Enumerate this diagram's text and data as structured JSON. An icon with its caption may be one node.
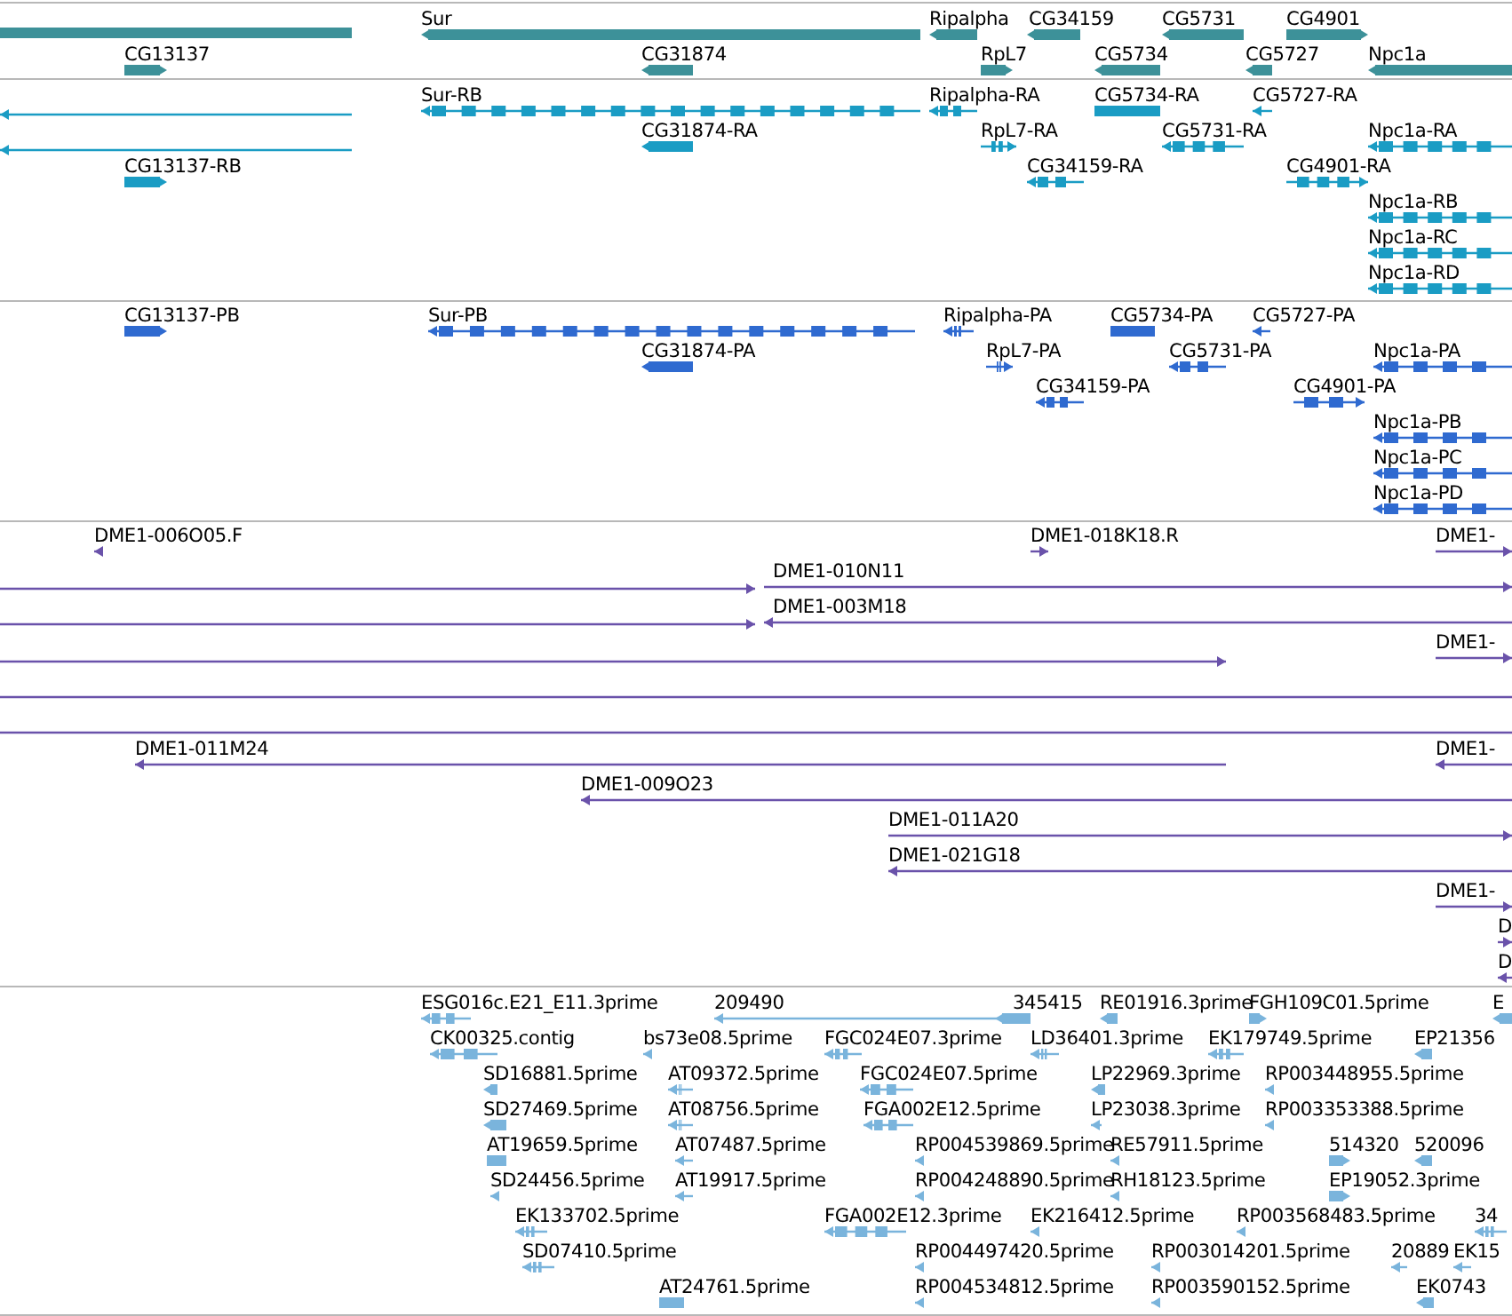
{
  "diagram": {
    "labels": [
      "Sur",
      "Ripalpha",
      "CG34159",
      "CG5731",
      "CG4901",
      "CG13137",
      "CG31874",
      "RpL7",
      "CG5734",
      "CG5727",
      "Npc1a",
      "Sur-RB",
      "Ripalpha-RA",
      "CG5734-RA",
      "CG5727-RA",
      "CG31874-RA",
      "RpL7-RA",
      "CG5731-RA",
      "Npc1a-RA",
      "CG13137-RB",
      "CG34159-RA",
      "CG4901-RA",
      "Npc1a-RB",
      "Npc1a-RC",
      "Npc1a-RD",
      "CG13137-PB",
      "Sur-PB",
      "Ripalpha-PA",
      "CG5734-PA",
      "CG5727-PA",
      "CG31874-PA",
      "RpL7-PA",
      "CG5731-PA",
      "Npc1a-PA",
      "CG34159-PA",
      "CG4901-PA",
      "Npc1a-PB",
      "Npc1a-PC",
      "Npc1a-PD",
      "DME1-006O05.F",
      "DME1-018K18.R",
      "DME1-",
      "DME1-010N11",
      "DME1-003M18",
      "DME1-",
      "DME1-011M24",
      "DME1-",
      "DME1-009O23",
      "DME1-011A20",
      "DME1-021G18",
      "DME1-",
      "D",
      "D",
      "ESG016c.E21_E11.3prime",
      "209490",
      "345415",
      "RE01916.3prime",
      "FGH109C01.5prime",
      "E",
      "CK00325.contig",
      "bs73e08.5prime",
      "FGC024E07.3prime",
      "LD36401.3prime",
      "EK179749.5prime",
      "EP21356",
      "SD16881.5prime",
      "AT09372.5prime",
      "FGC024E07.5prime",
      "LP22969.3prime",
      "RP003448955.5prime",
      "SD27469.5prime",
      "AT08756.5prime",
      "FGA002E12.5prime",
      "LP23038.3prime",
      "RP003353388.5prime",
      "AT19659.5prime",
      "AT07487.5prime",
      "RP004539869.5prime",
      "RE57911.5prime",
      "514320",
      "520096",
      "SD24456.5prime",
      "AT19917.5prime",
      "RP004248890.5prime",
      "RH18123.5prime",
      "EP19052.3prime",
      "EK133702.5prime",
      "FGA002E12.3prime",
      "EK216412.5prime",
      "RP003568483.5prime",
      "34",
      "SD07410.5prime",
      "RP004497420.5prime",
      "RP003014201.5prime",
      "20889",
      "EK15",
      "AT24761.5prime",
      "RP004534812.5prime",
      "RP003590152.5prime",
      "EK0743"
    ]
  }
}
